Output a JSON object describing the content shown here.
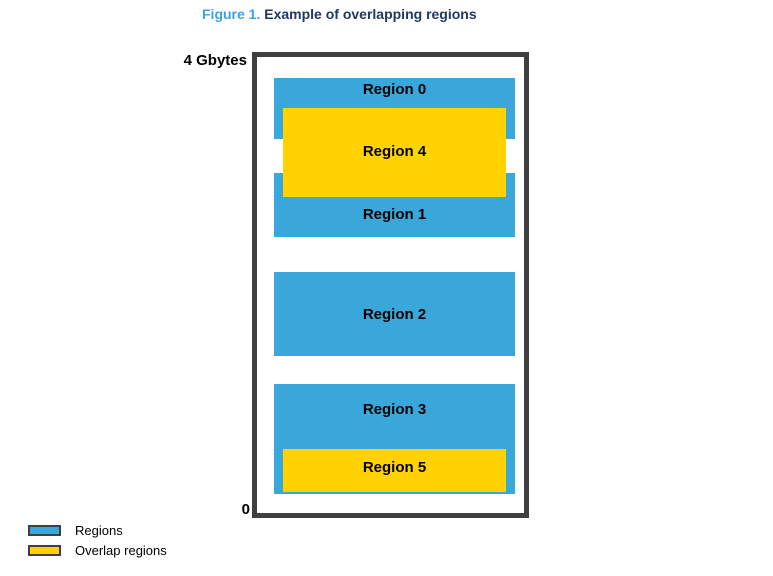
{
  "title": {
    "prefix": "Figure 1.",
    "text": "Example of overlapping regions"
  },
  "diagram": {
    "top_label": "4 Gbytes",
    "bottom_label": "0",
    "regions": [
      {
        "label": "Region 0"
      },
      {
        "label": "Region 1"
      },
      {
        "label": "Region 2"
      },
      {
        "label": "Region 3"
      }
    ],
    "overlap_regions": [
      {
        "label": "Region 4"
      },
      {
        "label": "Region 5"
      }
    ]
  },
  "legend": {
    "items": [
      {
        "label": "Regions",
        "swatch": "region"
      },
      {
        "label": "Overlap regions",
        "swatch": "overlap"
      }
    ]
  },
  "colors": {
    "region_fill": "#39A7DA",
    "overlap_fill": "#FFD200",
    "box_border": "#3F3F3F",
    "title_accent": "#3BA3DC",
    "title_main": "#1F3864"
  }
}
